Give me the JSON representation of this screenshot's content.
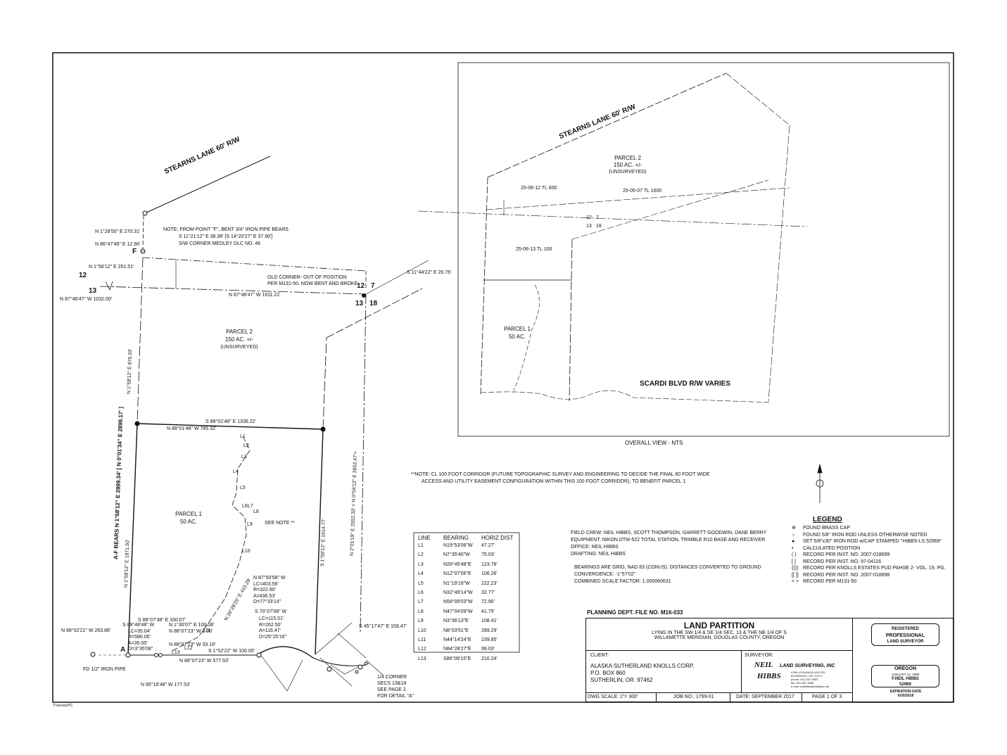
{
  "footer_label": "T:\\survey\\PC",
  "main_plan": {
    "road_label": "STEARNS LANE  60' R/W",
    "note_f": [
      "NOTE: FROM POINT \"F\", BENT 3/4\" IRON PIPE BEARS",
      "S 11°21'12\" E 38.38' [S 14°20'27\" E 37.90']",
      "S/W CORNER MEDLEY DLC NO. 46"
    ],
    "course_labels": [
      "N 1°28'50\" E 270.31'",
      "N 86°47'46\" E 12.66'",
      "N 1°58'12\" E 251.51'",
      "N 87°46'47\" W 1032.00'",
      "N 87°46'47\" W 1611.22",
      "S 11°44'22\" E 20.76'",
      "S 88°01'48\" E 1336.22'",
      "N 88°01'48\" W 785.32'",
      "N 1°58'12\" E 876.33'",
      "A-F BEARS N 1°58'12\" E 2899.34'  [ N 0°01'34\" E 2899.17' ]",
      "N 1°58'12\" E 1871.50'",
      "S 1°58'12\" E 1614.77'",
      "N 2°01'19\" E 2552.33'  < N 0°04'12\" E 2852.47'>",
      "S 45°17'47\" E 158.47'",
      "N 88°02'21\" W 263.86'",
      "N 88°07'23\" W 577.53'",
      "N 85°16'48\" W 177.53'",
      "S 88°07'38\" E 330.07'",
      "N 1°30'07\" E 100.08'",
      "N 88°07'23\" W 2.00'",
      "N 88°07'23\" W 33.19'",
      "S 1°52'22\" W 100.00'",
      "S 70°07'08\" W",
      "N 26°28'25\" E 415.29'"
    ],
    "corner_labels": [
      "12",
      "13",
      "12",
      "7",
      "13",
      "18"
    ],
    "point_f": "F",
    "point_a": "A",
    "old_corner": [
      "OLD CORNER- OUT OF POSITION",
      "PER M131-50. NOW BENT AND BROKE"
    ],
    "parcel2": [
      "PARCEL 2",
      "150 AC. +/-",
      "(UNSURVEYED)"
    ],
    "parcel1": [
      "PARCEL 1",
      "50 AC."
    ],
    "see_note": "SEE NOTE **",
    "curve_left": [
      "S 89°48'48\" W",
      "LC=35.04'",
      "R=580.00'",
      "A=35.05'",
      "D=3°35'08\""
    ],
    "curve_center": [
      "N 87°50'58\" W",
      "LC=403.56'",
      "R=322.90'",
      "A=436.53'",
      "D=77°33'14\""
    ],
    "curve_right": [
      "LC=115.51'",
      "R=262.50'",
      "A=116.47'",
      "D=25°25'16\""
    ],
    "line_marks": [
      "L1",
      "L2",
      "L3",
      "L4",
      "L5",
      "L6",
      "L7",
      "L8",
      "L9",
      "L10",
      "L11",
      "L12",
      "L13"
    ],
    "fd_pipe": "FD 1/2\" IRON PIPE",
    "quarter_corner": [
      "1/4 CORNER",
      "SECS 13&18",
      "SEE PAGE 2",
      "FOR DETAIL \"A\""
    ]
  },
  "overall_view": {
    "road_label": "STEARNS LANE  60' R/W",
    "parcel2": [
      "PARCEL 2",
      "150 AC. +/-",
      "(UNSURVEYED)"
    ],
    "parcel1": [
      "PARCEL 1",
      "50 AC."
    ],
    "tax_lots": [
      "25-06-12 TL 600",
      "25-05-07  TL 1600",
      "25-06-13  TL 100"
    ],
    "corners": [
      "12",
      "7",
      "13",
      "18"
    ],
    "scardi": "SCARDI BLVD  R/W VARIES",
    "caption": "OVERALL VIEW -  NTS"
  },
  "corridor_note": [
    "**NOTE:  CL 100 FOOT CORRIDOR (FUTURE TOPOGRAPHIC SURVEY AND ENGINEERING TO DECIDE THE FINAL 60 FOOT WIDE",
    "ACCESS AND UTILITY EASEMENT CONFIGURATION WITHIN THIS 100 FOOT CORRIDOR), TO BENEFIT PARCEL 1"
  ],
  "line_table": {
    "headers": [
      "LINE",
      "BEARING",
      "HORIZ DIST"
    ],
    "rows": [
      [
        "L1",
        "N19°53'06\"W",
        "47.27'"
      ],
      [
        "L2",
        "N7°35'40\"W",
        "75.03'"
      ],
      [
        "L3",
        "N28°45'48\"E",
        "123.78'"
      ],
      [
        "L4",
        "N12°07'06\"E",
        "106.26'"
      ],
      [
        "L5",
        "N1°19'16\"W",
        "222.23'"
      ],
      [
        "L6",
        "N32°49'14\"W",
        "32.77'"
      ],
      [
        "L7",
        "N58°09'03\"W",
        "72.90'"
      ],
      [
        "L8",
        "N47°04'09\"W",
        "41.75'"
      ],
      [
        "L9",
        "N3°36'13\"E",
        "108.41'"
      ],
      [
        "L10",
        "N8°03'51\"E",
        "289.29'"
      ],
      [
        "L11",
        "N44°14'24\"E",
        "239.85'"
      ],
      [
        "L12",
        "N84°28'27\"E",
        "99.03'"
      ],
      [
        "L13",
        "S86°09'15\"E",
        "210.24'"
      ]
    ]
  },
  "field_info": [
    "FIELD CREW: NEIL HIBBS, SCOTT THOMPSON, GARRETT GOODWIN, DANE BERRY",
    "EQUIPMENT: NIKON DTM-522 TOTAL STATION, TRIMBLE R10 BASE AND RECEIVER",
    "OFFICE: NEIL HIBBS",
    "DRAFTING: NEIL HIBBS"
  ],
  "bearing_info": [
    "BEARINGS ARE GRID, NAD 83 (CONUS). DISTANCES CONVERTED TO GROUND",
    "CONVERGENCE: -1°57'02\"",
    "COMBINED SCALE FACTOR: 1.000060631"
  ],
  "legend": {
    "title": "LEGEND",
    "items": [
      {
        "sym": "⊕",
        "text": "FOUND BRASS CAP"
      },
      {
        "sym": "○",
        "text": "FOUND 5/8\" IRON ROD UNLESS OTHERWISE NOTED"
      },
      {
        "sym": "●",
        "text": "SET 5/8\"x30\" IRON ROD w/CAP STAMPED \"HIBBS-LS 52969\""
      },
      {
        "sym": "•",
        "text": "CALCULATED POSITION"
      },
      {
        "sym": "( )",
        "text": "RECORD PER INST. NO. 2007-018699"
      },
      {
        "sym": "[ ]",
        "text": "RECORD PER INST. NO. 97-04116"
      },
      {
        "sym": "{()}",
        "text": "RECORD PER KNOLLS ESTATES PUD PAHSE 2- VOL. 19, PG."
      },
      {
        "sym": "[[ ]]",
        "text": "RECORD PER INST. NO. 2007-018698"
      },
      {
        "sym": "< >",
        "text": "RECORD PER M131-50"
      }
    ]
  },
  "title_block": {
    "file_no": "PLANNING DEPT. FILE NO. M16-033",
    "title": "LAND PARTITION",
    "subtitle1": "LYING IN THE SW 1/4 & SE 1/4 SEC. 13 & THE NE 1/4 OF S",
    "subtitle2": "WILLAMETTE MERIDIAN, DOUGLAS COUNTY, OREGON",
    "client_label": "CLIENT:",
    "client": [
      "ALASKA SUTHERLAND KNOLLS CORP.",
      "P.O. BOX 860",
      "SUTHERLIN, OR. 97462"
    ],
    "surveyor_label": "SURVEYOR:",
    "surveyor_logo": [
      "NEIL",
      "HIBBS"
    ],
    "surveyor_firm": "LAND SURVEYING, INC",
    "surveyor_small": [
      "4766 LOOKINGGLASS RD.",
      "ROSEBURG, OR. 97471",
      "phone: 541-557-5563",
      "fax: 541-957-5366",
      "e-mail: neilhibbs@wildblue.net"
    ],
    "dwg_scale": "DWG SCALE: 1\"= 300'",
    "job_no": "JOB NO.: 1799-01",
    "date": "DATE:  SEPTEMBER 2017",
    "page": "PAGE 1 OF 3",
    "stamp_top": [
      "REGISTERED",
      "PROFESSIONAL",
      "LAND SURVEYOR"
    ],
    "stamp_bottom": [
      "OREGON",
      "JANUARY 12, 1999",
      "F.NEIL HIBBS",
      "52969"
    ],
    "expiration": [
      "EXPIRATION DATE",
      "6/30/2018"
    ]
  }
}
